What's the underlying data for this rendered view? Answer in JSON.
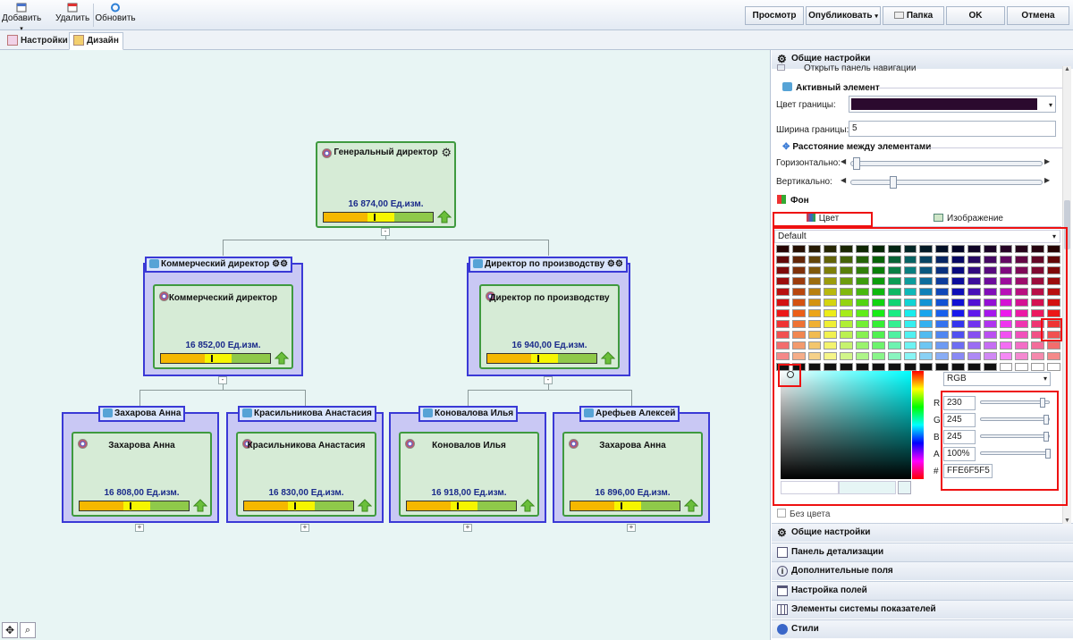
{
  "toolbar": {
    "add_label": "Добавить",
    "delete_label": "Удалить",
    "refresh_label": "Обновить",
    "preview_label": "Просмотр",
    "publish_label": "Опубликовать",
    "folder_label": "Папка",
    "ok_label": "OK",
    "cancel_label": "Отмена"
  },
  "tabs": [
    {
      "label": "Настройки"
    },
    {
      "label": "Дизайн"
    }
  ],
  "chart": {
    "root": {
      "title": "Генеральный директор",
      "value": "16 874,00 Ед.изм.",
      "marker": 0.46
    },
    "groups": [
      {
        "title": "Коммерческий директор",
        "card": {
          "title": "Коммерческий директор",
          "value": "16 852,00 Ед.изм.",
          "marker": 0.46
        }
      },
      {
        "title": "Директор по производству",
        "card": {
          "title": "Директор по производству",
          "value": "16 940,00 Ед.изм.",
          "marker": 0.46
        }
      }
    ],
    "leaves": [
      {
        "title": "Захарова Анна",
        "card": {
          "title": "Захарова Анна",
          "value": "16 808,00 Ед.изм.",
          "marker": 0.46
        }
      },
      {
        "title": "Красильникова Анастасия",
        "card": {
          "title": "Красильникова Анастасия",
          "value": "16 830,00 Ед.изм.",
          "marker": 0.46
        }
      },
      {
        "title": "Коновалова Илья",
        "card": {
          "title": "Коновалов Илья",
          "value": "16 918,00 Ед.изм.",
          "marker": 0.46
        }
      },
      {
        "title": "Арефьев Алексей",
        "card": {
          "title": "Захарова Анна",
          "value": "16 896,00 Ед.изм.",
          "marker": 0.46
        }
      }
    ],
    "collapse_minus": "-",
    "expand_plus": "+"
  },
  "panel": {
    "top_header": "Общие настройки",
    "open_nav": "Открыть панель навигации",
    "active_element": "Активный элемент",
    "border_color_label": "Цвет границы:",
    "border_color_value": "#2b0a2e",
    "border_width_label": "Ширина границы:",
    "border_width_value": "5",
    "spacing_title": "Расстояние между элементами",
    "horizontal_label": "Горизонтально:",
    "vertical_label": "Вертикально:",
    "horizontal_level": 0.03,
    "vertical_level": 0.22,
    "background_title": "Фон",
    "color_tab": "Цвет",
    "image_tab": "Изображение",
    "palette_name": "Default",
    "mode": "RGB",
    "r_label": "R",
    "r_value": "230",
    "g_label": "G",
    "g_value": "245",
    "b_label": "B",
    "b_value": "245",
    "a_label": "A",
    "a_value": "100%",
    "hash_label": "#",
    "hex_value": "FFE6F5F5",
    "no_color": "Без цвета",
    "sections": [
      {
        "label": "Общие настройки"
      },
      {
        "label": "Панель детализации"
      },
      {
        "label": "Дополнительные поля"
      },
      {
        "label": "Настройка полей"
      },
      {
        "label": "Элементы системы показателей"
      },
      {
        "label": "Стили"
      }
    ]
  },
  "colors": {
    "accent_red": "#e11111",
    "group_border": "#3a39d6",
    "card_border": "#3f9a3f"
  }
}
